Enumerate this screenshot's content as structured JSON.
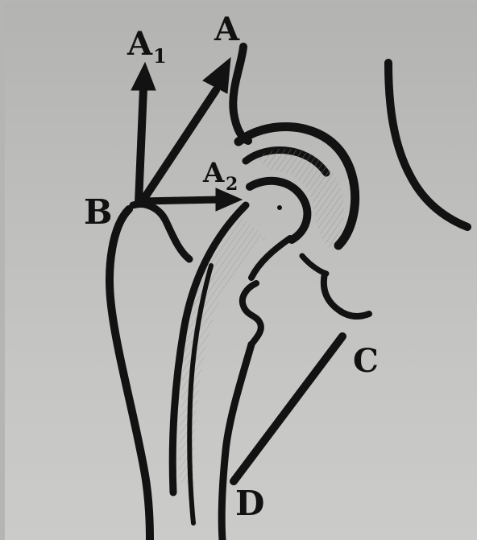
{
  "diagram": {
    "labels": {
      "a": "A",
      "a1_main": "A",
      "a1_sub": "1",
      "a2_main": "A",
      "a2_sub": "2",
      "b": "B",
      "c": "C",
      "d": "D"
    }
  }
}
